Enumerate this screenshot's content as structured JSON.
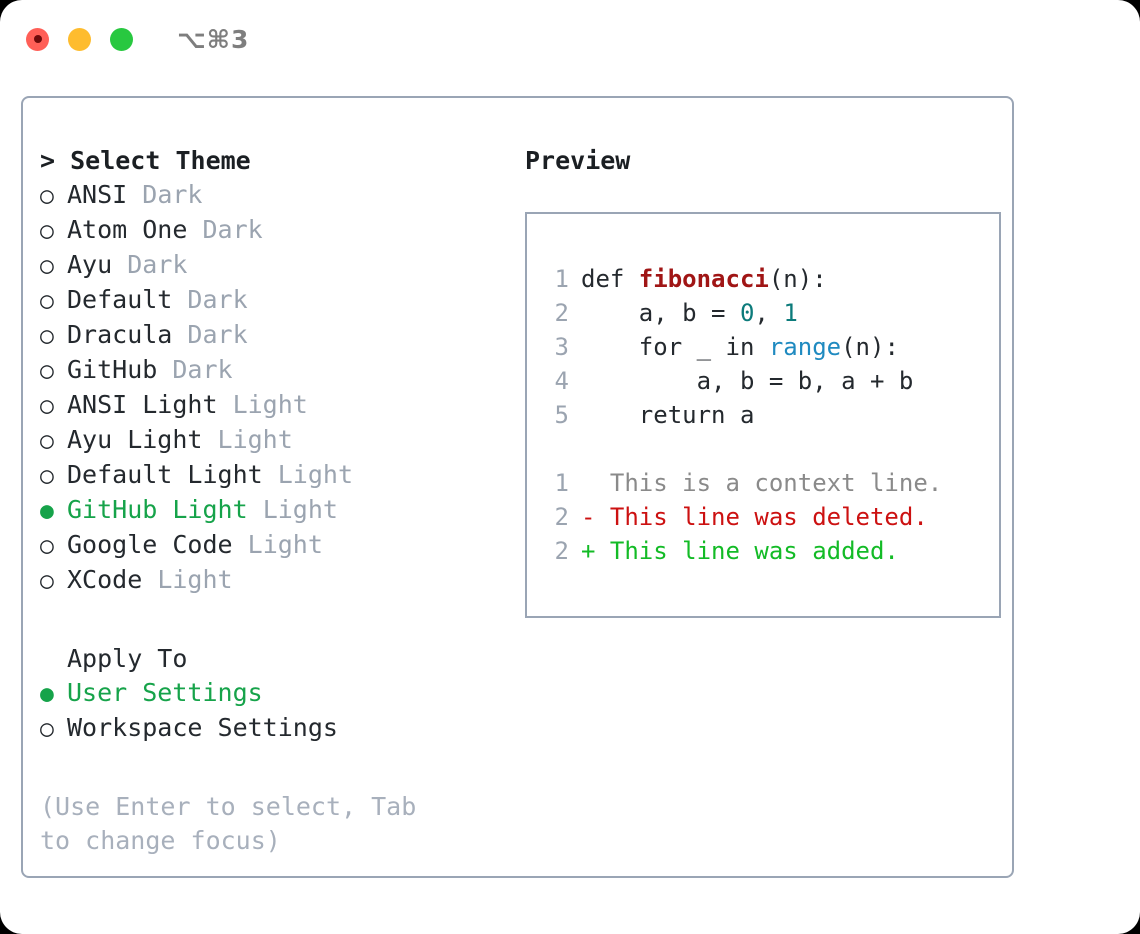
{
  "window": {
    "title": "⌥⌘3",
    "traffic_lights": [
      {
        "name": "close",
        "color": "#ff5f57"
      },
      {
        "name": "minimize",
        "color": "#febc2e"
      },
      {
        "name": "maximize",
        "color": "#28c840"
      }
    ]
  },
  "colors": {
    "border": "#9aa5b5",
    "accent_green": "#16a34a",
    "muted": "#9ba4b0",
    "text": "#24292e",
    "diff_add": "#13bb26",
    "diff_del": "#cc1111",
    "code_fn": "#a01515",
    "code_num": "#0c7b7b",
    "code_call": "#1f8ac0"
  },
  "theme_picker": {
    "header": "> Select Theme",
    "bullet_unselected": "○",
    "bullet_selected": "●",
    "items": [
      {
        "label": "ANSI",
        "variant": "Dark",
        "selected": false
      },
      {
        "label": "Atom One",
        "variant": "Dark",
        "selected": false
      },
      {
        "label": "Ayu",
        "variant": "Dark",
        "selected": false
      },
      {
        "label": "Default",
        "variant": "Dark",
        "selected": false
      },
      {
        "label": "Dracula",
        "variant": "Dark",
        "selected": false
      },
      {
        "label": "GitHub",
        "variant": "Dark",
        "selected": false
      },
      {
        "label": "ANSI Light",
        "variant": "Light",
        "selected": false
      },
      {
        "label": "Ayu Light",
        "variant": "Light",
        "selected": false
      },
      {
        "label": "Default Light",
        "variant": "Light",
        "selected": false
      },
      {
        "label": "GitHub Light",
        "variant": "Light",
        "selected": true
      },
      {
        "label": "Google Code",
        "variant": "Light",
        "selected": false
      },
      {
        "label": "XCode",
        "variant": "Light",
        "selected": false
      }
    ]
  },
  "apply_to": {
    "header": "Apply To",
    "items": [
      {
        "label": "User Settings",
        "selected": true
      },
      {
        "label": "Workspace Settings",
        "selected": false
      }
    ]
  },
  "hint": "(Use Enter to select, Tab to change focus)",
  "preview": {
    "title": "Preview",
    "code_lines": [
      {
        "num": "1",
        "tokens": [
          {
            "text": "def ",
            "cls": "tok-kw"
          },
          {
            "text": "fibonacci",
            "cls": "tok-fn"
          },
          {
            "text": "(n):",
            "cls": "code-text"
          }
        ]
      },
      {
        "num": "2",
        "tokens": [
          {
            "text": "    a, b = ",
            "cls": "code-text"
          },
          {
            "text": "0",
            "cls": "tok-num"
          },
          {
            "text": ", ",
            "cls": "code-text"
          },
          {
            "text": "1",
            "cls": "tok-num"
          }
        ]
      },
      {
        "num": "3",
        "tokens": [
          {
            "text": "    for _ in ",
            "cls": "code-text"
          },
          {
            "text": "range",
            "cls": "tok-call"
          },
          {
            "text": "(n):",
            "cls": "code-text"
          }
        ]
      },
      {
        "num": "4",
        "tokens": [
          {
            "text": "        a, b = b, a + b",
            "cls": "code-text"
          }
        ]
      },
      {
        "num": "5",
        "tokens": [
          {
            "text": "    return a",
            "cls": "code-text"
          }
        ]
      }
    ],
    "diff_lines": [
      {
        "num": "1",
        "text": "  This is a context line.",
        "cls": "diff-ctx"
      },
      {
        "num": "2",
        "text": "- This line was deleted.",
        "cls": "diff-del"
      },
      {
        "num": "2",
        "text": "+ This line was added.",
        "cls": "diff-add"
      }
    ]
  }
}
